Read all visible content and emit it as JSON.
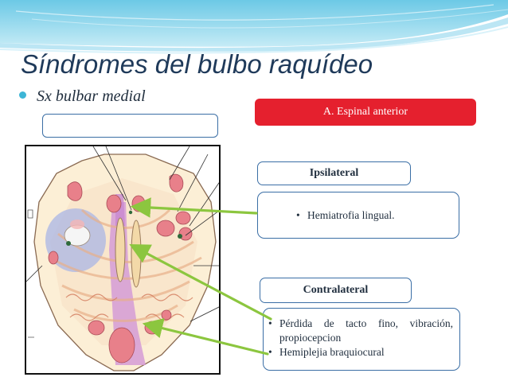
{
  "slide": {
    "title": "Síndromes del bulbo raquídeo",
    "bullet": "Sx bulbar medial",
    "artery_label": "A. Espinal anterior",
    "ipsilateral": {
      "label": "Ipsilateral",
      "items": [
        "Hemiatrofia lingual."
      ]
    },
    "contralateral": {
      "label": "Contralateral",
      "items": [
        "Pérdida de tacto fino, vibración, propiocepcion",
        "Hemiplejia braquiocural"
      ]
    }
  },
  "colors": {
    "title": "#1f3a5a",
    "bullet_dot": "#3db5d6",
    "artery_box": "#e5202e",
    "box_border": "#3a6ea5",
    "arrow": "#8cc63f",
    "header_wave": "#7fd1ea"
  },
  "icons": {
    "bullet": "bullet-dot-icon",
    "arrow": "green-arrow-icon"
  }
}
